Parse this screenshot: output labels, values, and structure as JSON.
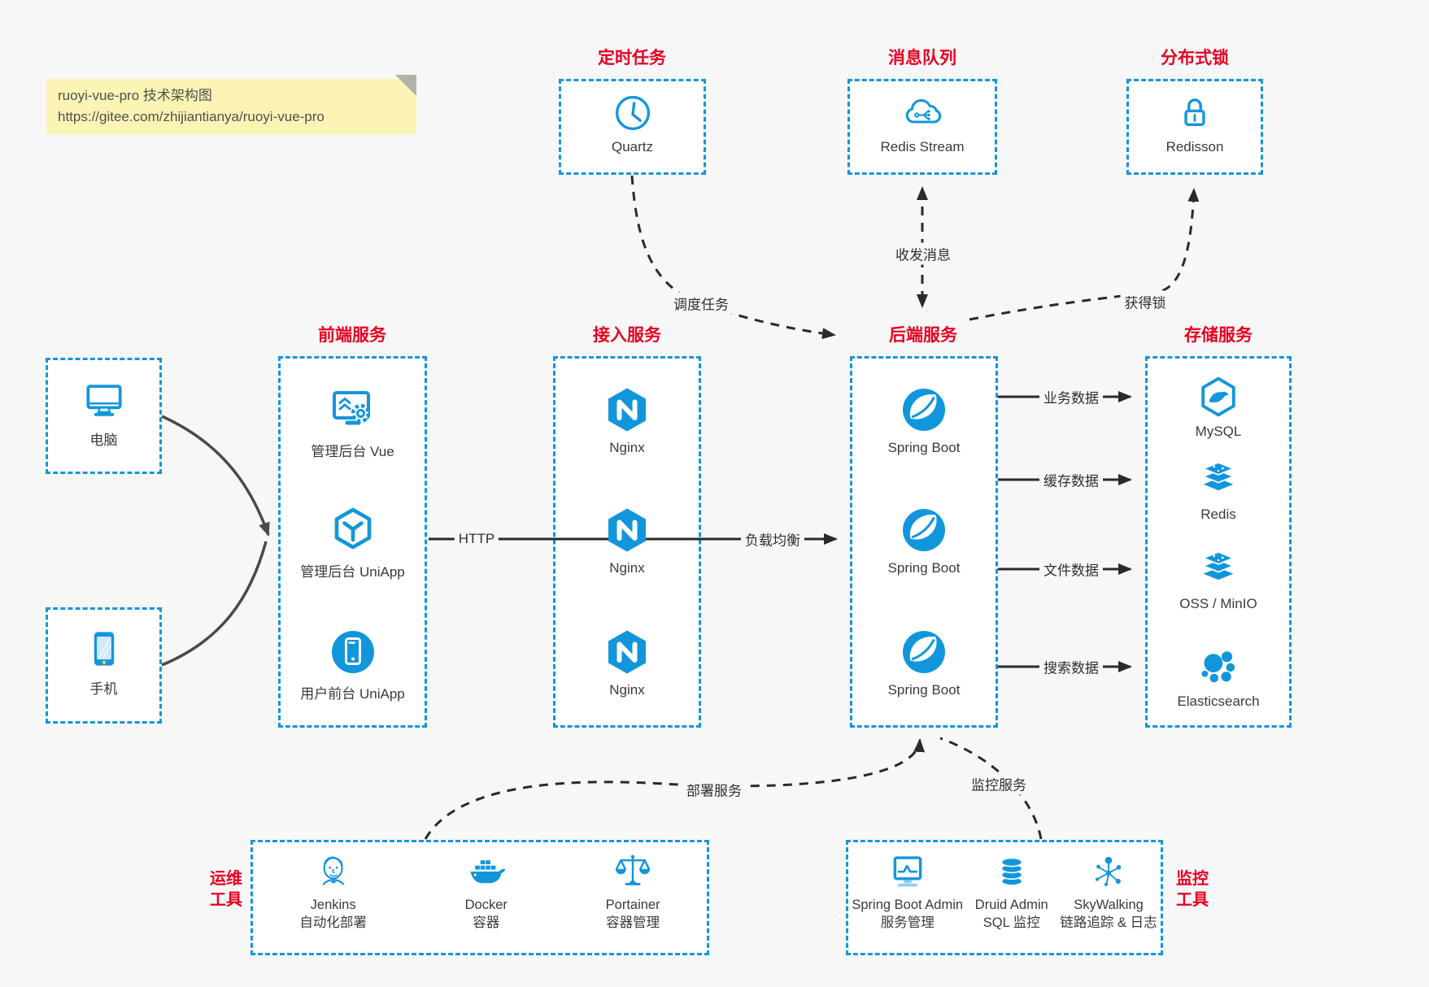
{
  "note": {
    "line1": "ruoyi-vue-pro 技术架构图",
    "line2": "https://gitee.com/zhijiantianya/ruoyi-vue-pro"
  },
  "top": {
    "scheduler": {
      "title": "定时任务",
      "label": "Quartz"
    },
    "mq": {
      "title": "消息队列",
      "label": "Redis Stream"
    },
    "lock": {
      "title": "分布式锁",
      "label": "Redisson"
    }
  },
  "clients": {
    "computer": {
      "label": "电脑"
    },
    "phone": {
      "label": "手机"
    }
  },
  "columns": {
    "frontend": {
      "title": "前端服务",
      "items": [
        {
          "label": "管理后台 Vue"
        },
        {
          "label": "管理后台 UniApp"
        },
        {
          "label": "用户前台 UniApp"
        }
      ]
    },
    "gateway": {
      "title": "接入服务",
      "items": [
        {
          "label": "Nginx"
        },
        {
          "label": "Nginx"
        },
        {
          "label": "Nginx"
        }
      ]
    },
    "backend": {
      "title": "后端服务",
      "items": [
        {
          "label": "Spring Boot"
        },
        {
          "label": "Spring Boot"
        },
        {
          "label": "Spring Boot"
        }
      ]
    },
    "storage": {
      "title": "存储服务",
      "items": [
        {
          "label": "MySQL"
        },
        {
          "label": "Redis"
        },
        {
          "label": "OSS / MinIO"
        },
        {
          "label": "Elasticsearch"
        }
      ]
    }
  },
  "bottom": {
    "ops": {
      "side_title": [
        "运维",
        "工具"
      ],
      "items": [
        {
          "name": "Jenkins",
          "desc": "自动化部署"
        },
        {
          "name": "Docker",
          "desc": "容器"
        },
        {
          "name": "Portainer",
          "desc": "容器管理"
        }
      ]
    },
    "monitoring": {
      "side_title": [
        "监控",
        "工具"
      ],
      "items": [
        {
          "name": "Spring Boot Admin",
          "desc": "服务管理"
        },
        {
          "name": "Druid Admin",
          "desc": "SQL 监控"
        },
        {
          "name": "SkyWalking",
          "desc": "链路追踪 & 日志"
        }
      ]
    }
  },
  "edges": {
    "http": "HTTP",
    "load_balance": "负载均衡",
    "schedule": "调度任务",
    "messages": "收发消息",
    "acquire_lock": "获得锁",
    "business_data": "业务数据",
    "cache_data": "缓存数据",
    "file_data": "文件数据",
    "search_data": "搜索数据",
    "deploy": "部署服务",
    "monitor": "监控服务"
  },
  "colors": {
    "accent_blue": "#1296db",
    "title_red": "#e60021",
    "line_dark": "#2a2a2a",
    "client_arrow_gray": "#4a4a4a",
    "note_bg": "#fbf4b4",
    "box_bg": "#ffffff",
    "page_bg": "#f7f7f7"
  }
}
